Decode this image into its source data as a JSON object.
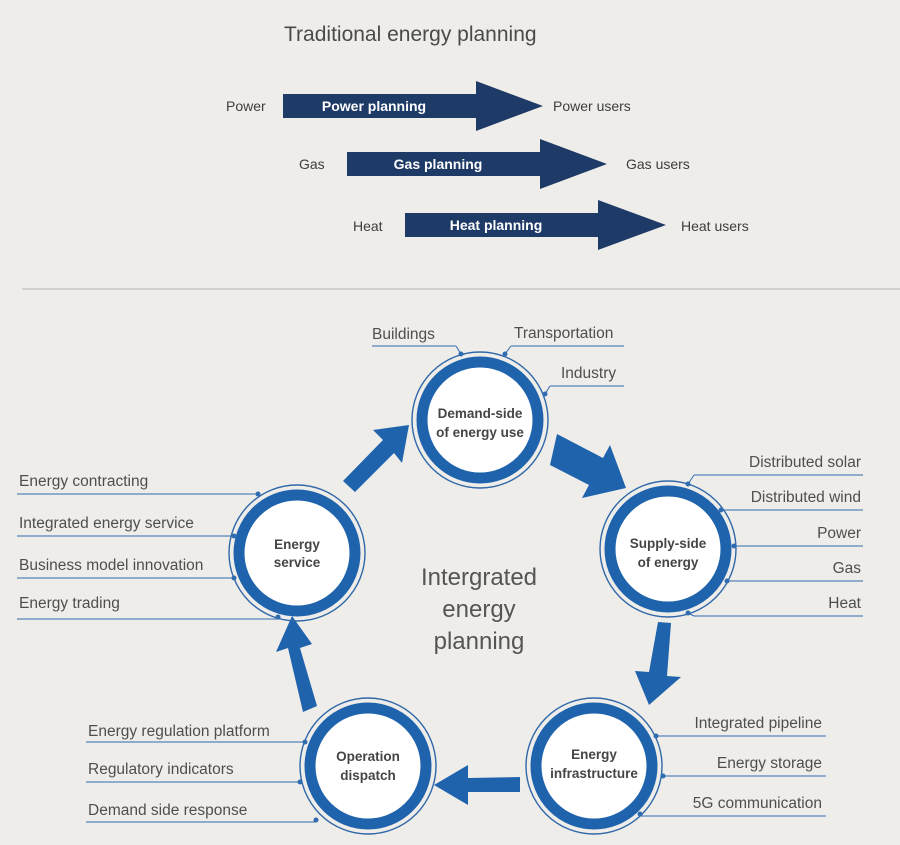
{
  "traditional": {
    "title": "Traditional energy planning",
    "rows": [
      {
        "source": "Power",
        "planning": "Power planning",
        "users": "Power users"
      },
      {
        "source": "Gas",
        "planning": "Gas planning",
        "users": "Gas users"
      },
      {
        "source": "Heat",
        "planning": "Heat planning",
        "users": "Heat users"
      }
    ]
  },
  "integrated": {
    "center_lines": [
      "Intergrated",
      "energy",
      "planning"
    ],
    "nodes": [
      {
        "lines": [
          "Demand-side",
          "of energy use"
        ],
        "items": [
          "Buildings",
          "Transportation",
          "Industry"
        ]
      },
      {
        "lines": [
          "Supply-side",
          "of energy"
        ],
        "items": [
          "Distributed solar",
          "Distributed wind",
          "Power",
          "Gas",
          "Heat"
        ]
      },
      {
        "lines": [
          "Energy",
          "infrastructure"
        ],
        "items": [
          "Integrated pipeline",
          "Energy storage",
          "5G communication"
        ]
      },
      {
        "lines": [
          "Operation",
          "dispatch"
        ],
        "items": [
          "Energy regulation platform",
          "Regulatory indicators",
          "Demand side response"
        ]
      },
      {
        "lines": [
          "Energy",
          "service"
        ],
        "items": [
          "Energy contracting",
          "Integrated energy service",
          "Business model innovation",
          "Energy trading"
        ]
      }
    ]
  },
  "colors": {
    "background": "#efedea",
    "arrow_navy": "#1e3a66",
    "ring_blue": "#1f63ad",
    "text_gray": "#4e4e4e"
  }
}
